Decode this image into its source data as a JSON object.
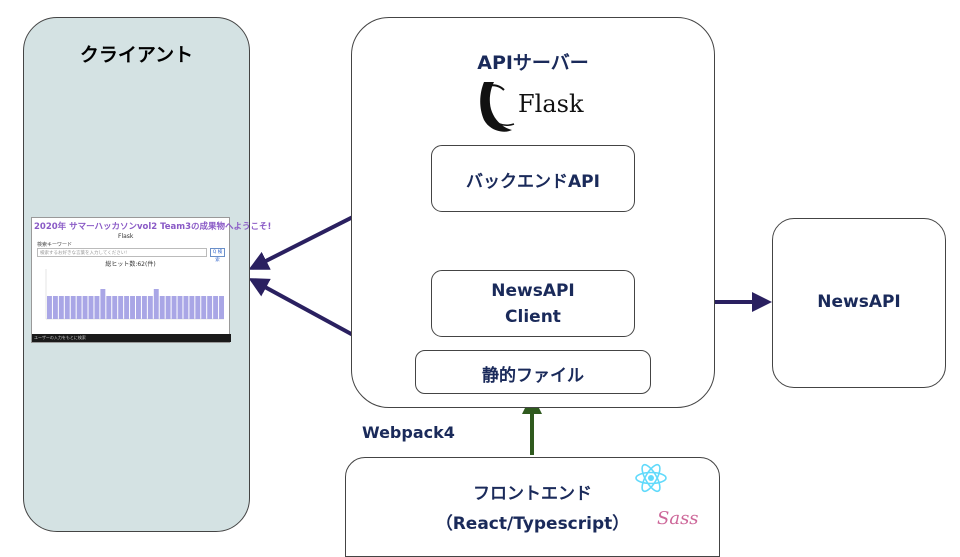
{
  "nodes": {
    "client": "クライアント",
    "api_server": "APIサーバー",
    "backend_api": "バックエンドAPI",
    "newsapi_client_line1": "NewsAPI",
    "newsapi_client_line2": "Client",
    "static_files": "静的ファイル",
    "newsapi_external": "NewsAPI",
    "frontend_line1": "フロントエンド",
    "frontend_line2": "（React/Typescript）"
  },
  "edge_labels": {
    "webpack": "Webpack4"
  },
  "logos": {
    "flask": "Flask",
    "sass": "Sass"
  },
  "screenshot": {
    "title": "2020年 サマーハッカソンvol2 Team3の成果物へようこそ!",
    "flask_logo_text": "Flask",
    "keyword_label": "検索キーワード",
    "input_placeholder": "検索するお好きな言葉を入力してください!",
    "search_button": "Q 検索",
    "total_hits": "総ヒット数:62(件)",
    "footer_text": "ユーザーの入力をもとに検索"
  },
  "colors": {
    "client_bg": "#d4e2e3",
    "arrow_navy": "#2a2060",
    "arrow_green": "#2f5a1e",
    "label_text": "#1a2a5a",
    "bar_fill": "#a9a6e6"
  }
}
